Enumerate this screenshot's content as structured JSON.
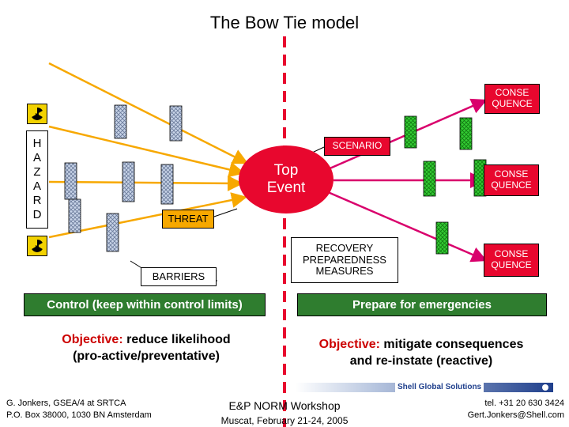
{
  "title": "The Bow Tie model",
  "hazard_letters": [
    "H",
    "A",
    "Z",
    "A",
    "R",
    "D"
  ],
  "top_event": {
    "line1": "Top",
    "line2": "Event"
  },
  "scenario_label": "SCENARIO",
  "threat_label": "THREAT",
  "barriers_label": "BARRIERS",
  "recovery": {
    "line1": "RECOVERY",
    "line2": "PREPAREDNESS",
    "line3": "MEASURES"
  },
  "consequences": [
    {
      "line1": "CONSE",
      "line2": "QUENCE"
    },
    {
      "line1": "CONSE",
      "line2": "QUENCE"
    },
    {
      "line1": "CONSE",
      "line2": "QUENCE"
    }
  ],
  "left_banner": "Control (keep within control limits)",
  "right_banner": "Prepare for emergencies",
  "left_objective": {
    "label": "Objective:",
    "line1": " reduce likelihood",
    "line2": "(pro-active/preventative)"
  },
  "right_objective": {
    "label": "Objective:",
    "line1": " mitigate consequences",
    "line2": "and re-instate (reactive)"
  },
  "brand": "Shell Global Solutions",
  "footer_left": {
    "line1": "G. Jonkers, GSEA/4 at SRTCA",
    "line2": "P.O. Box 38000, 1030 BN Amsterdam"
  },
  "footer_center": {
    "line1": "E&P NORM Workshop",
    "line2": "Muscat, February 21-24, 2005"
  },
  "footer_right": {
    "line1": "tel. +31 20 630 3424",
    "line2": "Gert.Jonkers@Shell.com"
  },
  "colors": {
    "red": "#e8072e",
    "orange": "#f7a800",
    "magenta": "#d9006c",
    "green": "#2f7d2f",
    "yellow": "#f2d200",
    "dash": "#e8072e"
  }
}
